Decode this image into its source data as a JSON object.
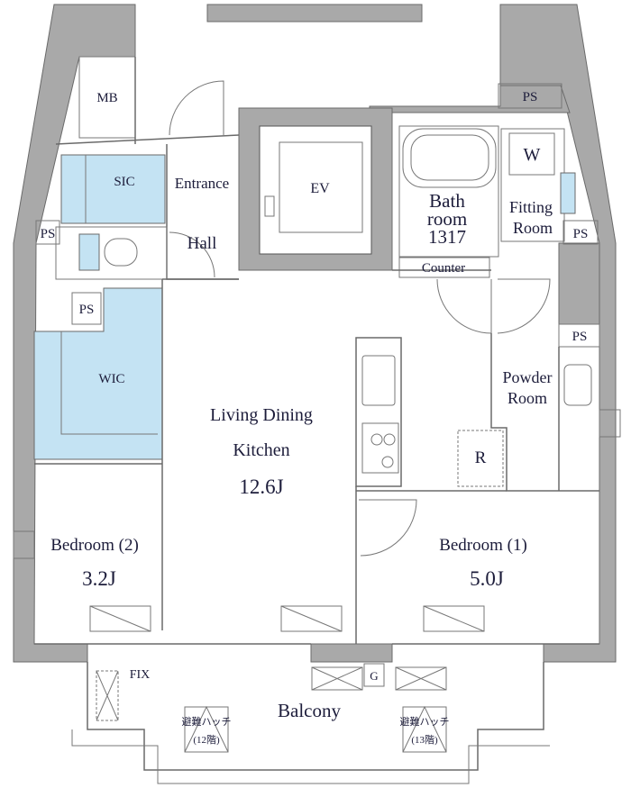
{
  "colors": {
    "wall": "#a9a9a9",
    "storage_fill": "#c4e3f3",
    "text": "#1c1c3a"
  },
  "rooms": {
    "mb": "MB",
    "ps_top": "PS",
    "sic": "SIC",
    "entrance": "Entrance",
    "hall": "Hall",
    "ev": "EV",
    "bath_line1": "Bath",
    "bath_line2": "room",
    "bath_line3": "1317",
    "washer": "W",
    "fitting_line1": "Fitting",
    "fitting_line2": "Room",
    "ps_left": "PS",
    "ps_right": "PS",
    "counter": "Counter",
    "ps_wic": "PS",
    "wic": "WIC",
    "ps_powder": "PS",
    "powder_line1": "Powder",
    "powder_line2": "Room",
    "refrigerator": "R",
    "ldk_line1": "Living Dining",
    "ldk_line2": "Kitchen",
    "ldk_size": "12.6J",
    "bedroom2": "Bedroom (2)",
    "bedroom2_size": "3.2J",
    "bedroom1": "Bedroom (1)",
    "bedroom1_size": "5.0J",
    "fix": "FIX",
    "gas_meter": "G",
    "balcony": "Balcony",
    "hatch12_line1": "避難ハッチ",
    "hatch12_line2": "(12階)",
    "hatch13_line1": "避難ハッチ",
    "hatch13_line2": "(13階)"
  }
}
